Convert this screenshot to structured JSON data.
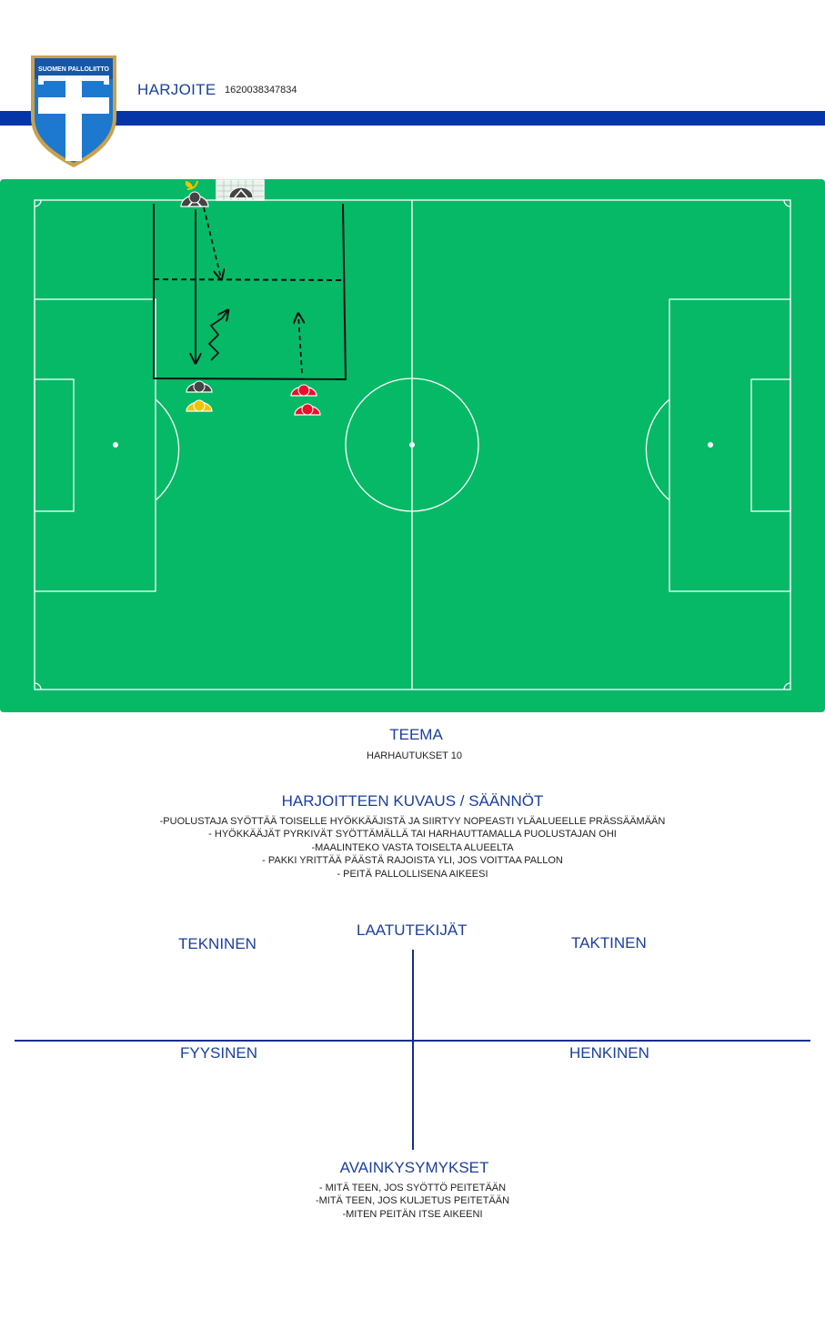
{
  "header": {
    "title": "HARJOITE",
    "exercise_id": "1620038347834",
    "logo": {
      "icon": "suomen-palloliitto-crest-icon",
      "text": "SUOMEN PALLOLIITTO",
      "colors": {
        "blue": "#1a7ad0",
        "gold": "#c9a24b"
      }
    },
    "band_color": "#0535a8"
  },
  "pitch": {
    "grass_color": "#06b967",
    "line_color": "#ffffff",
    "drawing_color": "#111111",
    "players": [
      {
        "icon": "defender-gray-icon",
        "color": "#444444"
      },
      {
        "icon": "attacker-gray-icon",
        "color": "#444444"
      },
      {
        "icon": "attacker-yellow-icon",
        "color": "#f2c400"
      },
      {
        "icon": "defender-yellow-icon",
        "color": "#f2c400"
      },
      {
        "icon": "attacker-red-icon",
        "color": "#e8102a"
      },
      {
        "icon": "attacker-red-icon",
        "color": "#e8102a"
      }
    ],
    "goal_icon": "small-goal-icon"
  },
  "teema": {
    "heading": "TEEMA",
    "text": "HARHAUTUKSET 10"
  },
  "rules": {
    "heading": "HARJOITTEEN KUVAUS / SÄÄNNÖT",
    "lines": [
      "-PUOLUSTAJA SYÖTTÄÄ TOISELLE HYÖKKÄÄJISTÄ JA SIIRTYY NOPEASTI YLÄALUEELLE PRÄSSÄÄMÄÄN",
      "- HYÖKKÄÄJÄT PYRKIVÄT SYÖTTÄMÄLLÄ TAI HARHAUTTAMALLA PUOLUSTAJAN OHI",
      "-MAALINTEKO VASTA TOISELTA ALUEELTA",
      "- PAKKI YRITTÄÄ PÄÄSTÄ RAJOISTA YLI, JOS VOITTAA PALLON",
      "- PEITÄ PALLOLLISENA AIKEESI"
    ]
  },
  "quality": {
    "title": "LAATUTEKIJÄT",
    "technical": "TEKNINEN",
    "tactical": "TAKTINEN",
    "physical": "FYYSINEN",
    "mental": "HENKINEN"
  },
  "key_questions": {
    "heading": "AVAINKYSYMYKSET",
    "lines": [
      "- MITÄ TEEN, JOS SYÖTTÖ PEITETÄÄN",
      "-MITÄ TEEN, JOS KULJETUS PEITETÄÄN",
      "-MITEN PEITÄN ITSE AIKEENI"
    ]
  }
}
